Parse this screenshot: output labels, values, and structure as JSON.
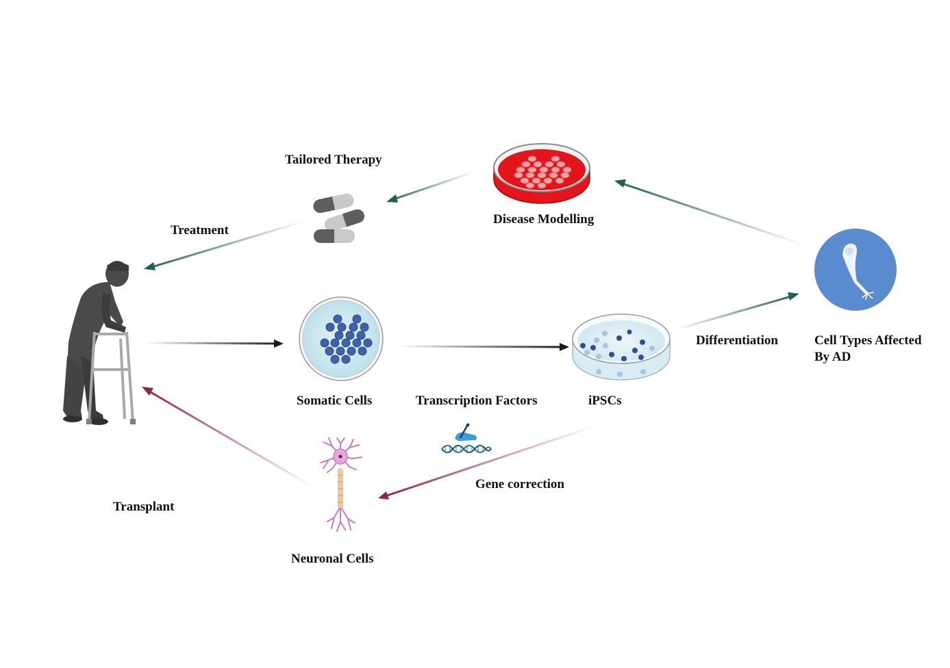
{
  "diagram": {
    "labels": {
      "tailored_therapy": "Tailored Therapy",
      "treatment": "Treatment",
      "disease_modelling": "Disease Modelling",
      "somatic_cells": "Somatic Cells",
      "transcription_factors": "Transcription Factors",
      "ipscs": "iPSCs",
      "differentiation": "Differentiation",
      "cell_types_line1": "Cell Types Affected",
      "cell_types_line2": "By AD",
      "gene_correction": "Gene correction",
      "transplant": "Transplant",
      "neuronal_cells": "Neuronal Cells"
    },
    "icons": {
      "patient": "elderly-person-with-walker-icon",
      "capsules": "capsules-icon",
      "disease_dish": "red-petri-dish-icon",
      "somatic_dish": "somatic-cells-dish-icon",
      "ipsc_dish": "ipsc-petri-dish-icon",
      "cell_type": "neuron-circle-icon",
      "gene_editing": "dna-gene-editing-icon",
      "neuron": "neuronal-cell-icon"
    },
    "colors": {
      "green_arrow": "#1f6150",
      "black_arrow": "#1a1a1a",
      "red_arrow": "#8c2a35",
      "patient": "#4a4a4a",
      "disease_dish": "#e3141a",
      "somatic_cell": "#3f63a8",
      "cell_type_circle": "#5b8bcf",
      "neuron": "#c77bc4",
      "dna": "#2d6f9c"
    }
  }
}
